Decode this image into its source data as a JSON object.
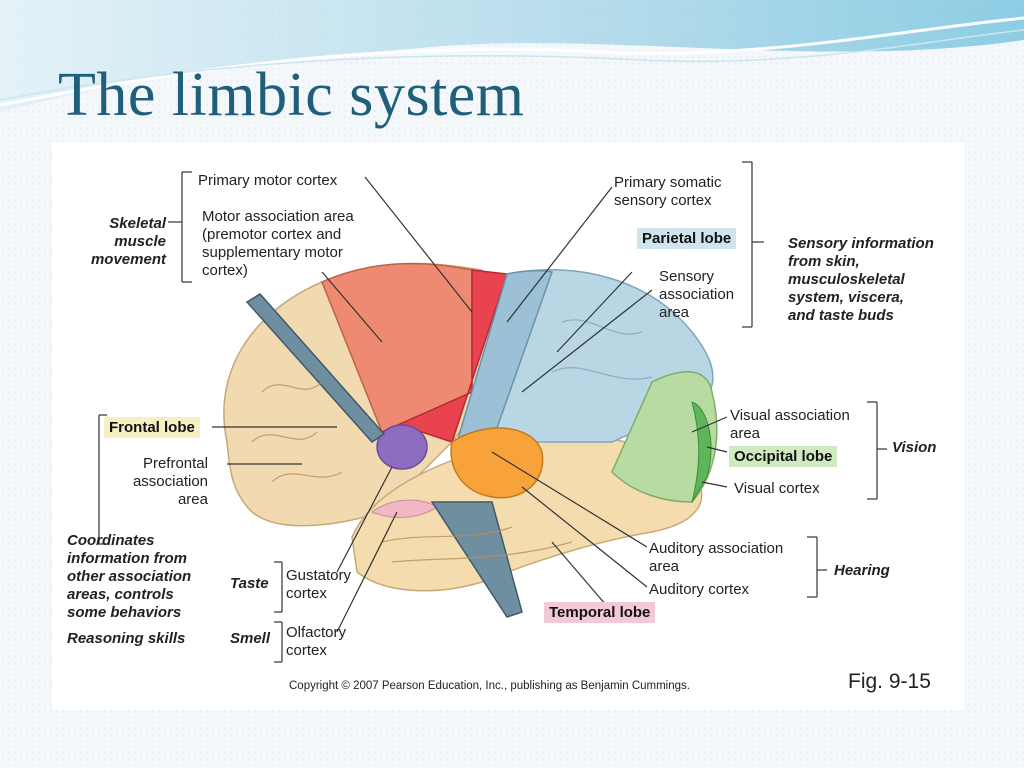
{
  "slide": {
    "title": "The limbic system"
  },
  "figure": {
    "labels": {
      "primary_motor_cortex": "Primary motor cortex",
      "motor_association_area": "Motor association area\n(premotor cortex and\nsupplementary motor\ncortex)",
      "skeletal_muscle_movement": "Skeletal\nmuscle\nmovement",
      "primary_somatic_sensory_cortex": "Primary somatic\nsensory cortex",
      "sensory_association_area": "Sensory\nassociation\narea",
      "sensory_information": "Sensory information\nfrom skin,\nmusculoskeletal\nsystem, viscera,\nand taste buds",
      "prefrontal_association_area": "Prefrontal\nassociation\narea",
      "coordinates_information": "Coordinates\ninformation from\nother association\nareas, controls\nsome behaviors",
      "reasoning_skills": "Reasoning skills",
      "visual_association_area": "Visual association\narea",
      "visual_cortex": "Visual cortex",
      "vision": "Vision",
      "auditory_association_area": "Auditory association\narea",
      "auditory_cortex": "Auditory cortex",
      "hearing": "Hearing",
      "taste": "Taste",
      "gustatory_cortex": "Gustatory\ncortex",
      "smell": "Smell",
      "olfactory_cortex": "Olfactory\ncortex"
    },
    "lobes": {
      "frontal": "Frontal lobe",
      "parietal": "Parietal lobe",
      "occipital": "Occipital lobe",
      "temporal": "Temporal lobe"
    },
    "copyright": "Copyright © 2007 Pearson Education, Inc., publishing as Benjamin Cummings.",
    "figure_number": "Fig. 9-15"
  },
  "colors": {
    "title": "#1f5f7a",
    "frontal": "#f1d9b0",
    "motor_association": "#ef8a72",
    "primary_motor": "#e9434f",
    "somatic_sensory": "#9cc1d6",
    "sensory_association": "#b9d6e4",
    "occipital_association": "#b7dba0",
    "visual_cortex": "#5fb55a",
    "auditory": "#f7a33a",
    "gustatory": "#8e6cc0",
    "temporal": "#f4dcae",
    "olfactory": "#f2b7c5",
    "parietal_tag": "#cfe4ef",
    "frontal_tag": "#f6efc2",
    "occipital_tag": "#cfe9c0",
    "temporal_tag": "#f4c9d6"
  }
}
